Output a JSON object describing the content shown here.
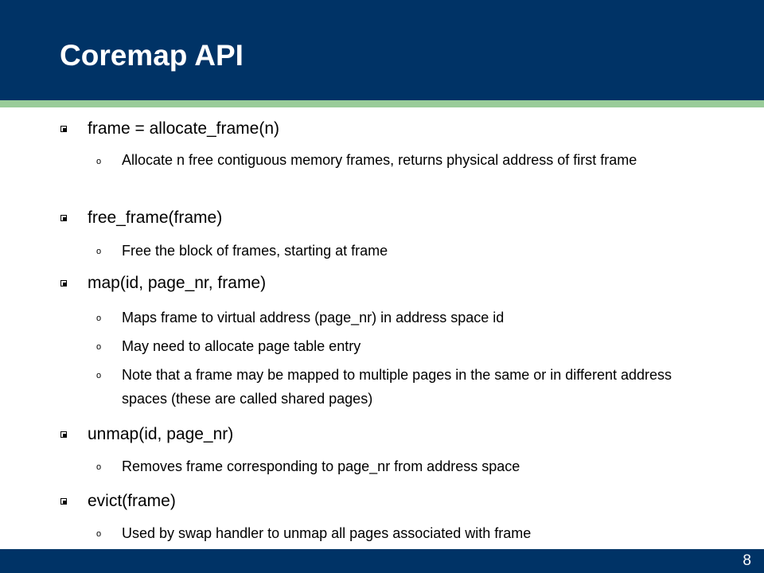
{
  "slide": {
    "title": "Coremap API",
    "page_number": "8"
  },
  "items": [
    {
      "text": "frame = allocate_frame(n)",
      "subitems": [
        "Allocate n free contiguous memory frames, returns physical address of first frame"
      ]
    },
    {
      "text": "free_frame(frame)",
      "subitems": [
        "Free the block of frames, starting at frame"
      ]
    },
    {
      "text": "map(id, page_nr, frame)",
      "subitems": [
        "Maps frame to virtual address (page_nr) in address space id",
        "May need to allocate page table entry",
        "Note that a frame may be mapped to multiple pages in the same or in different address spaces (these are called shared pages)"
      ]
    },
    {
      "text": "unmap(id, page_nr)",
      "subitems": [
        "Removes frame corresponding to page_nr from address space"
      ]
    },
    {
      "text": "evict(frame)",
      "subitems": [
        "Used by swap handler to unmap all pages associated with frame"
      ]
    }
  ],
  "markers": {
    "level1": "square-bullet-icon",
    "level2": "o"
  },
  "colors": {
    "header": "#003366",
    "accent_stripe": "#99cc99",
    "footer": "#003366",
    "title_text": "#ffffff",
    "body_text": "#000000"
  }
}
